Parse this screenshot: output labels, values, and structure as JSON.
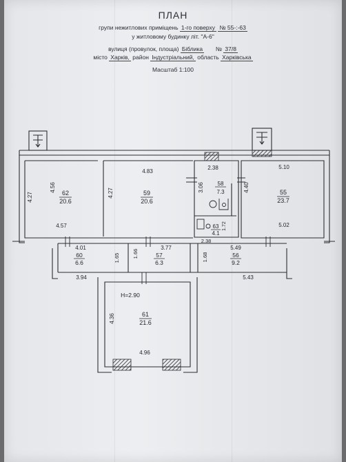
{
  "header": {
    "title": "ПЛАН",
    "subject_prefix": "групи нежитлових приміщень",
    "subject_floor": "1-го поверху",
    "subject_nums": "№ 55-:-63",
    "building": "у житловому будинку літ. \"А-6\"",
    "street_label": "вулиця (провулок, площа)",
    "street": "Біблика",
    "house_label": "№",
    "house": "37/8",
    "city_label": "місто",
    "city": "Харків,",
    "district_label": "район",
    "district": "Індустріальний,",
    "region_label": "область",
    "region": "Харківська",
    "scale": "Масштаб 1:100"
  },
  "rooms": {
    "r62": {
      "num": "62",
      "area": "20.6",
      "dim_left": "4.27",
      "dim_inner": "4.56",
      "dim_bottom": "4.57"
    },
    "r59": {
      "num": "59",
      "area": "20.6",
      "dim_top": "4.83",
      "dim_left": "4.27"
    },
    "r58": {
      "num": "58",
      "area": "7.3",
      "dim_top": "2.38",
      "dim_left": "3.06"
    },
    "r63": {
      "num": "63",
      "area": "4.1",
      "dim_right": "1.72",
      "dim_bottom": "2.38"
    },
    "r55": {
      "num": "55",
      "area": "23.7",
      "dim_top": "5.10",
      "dim_left": "4.40",
      "dim_bottom": "5.02"
    },
    "r60": {
      "num": "60",
      "area": "6.6",
      "dim_top": "4.01",
      "dim_side": "1.65",
      "dim_bottom": "3.94"
    },
    "r57": {
      "num": "57",
      "area": "6.3",
      "dim_top": "3.77",
      "dim_side": "1.66"
    },
    "r56": {
      "num": "56",
      "area": "9.2",
      "dim_top": "5.49",
      "dim_side": "1.68",
      "dim_bottom": "5.43"
    },
    "r61": {
      "num": "61",
      "area": "21.6",
      "height": "H=2.90",
      "dim_left": "4.36",
      "dim_bottom": "4.96"
    }
  }
}
